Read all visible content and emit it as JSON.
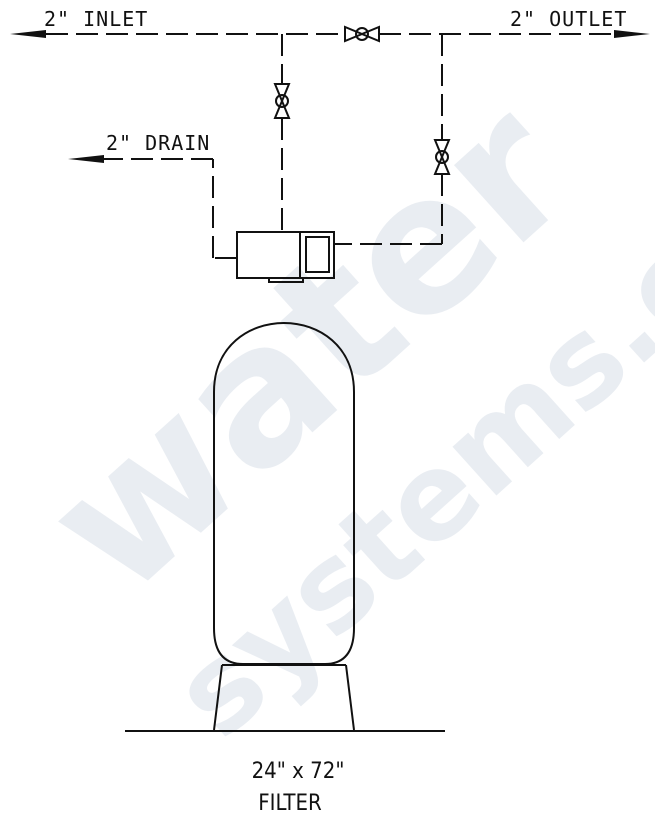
{
  "diagram": {
    "inlet_label": "2\" INLET",
    "outlet_label": "2\" OUTLET",
    "drain_label": "2\" DRAIN",
    "filter_size_label": "24\" x 72\"",
    "filter_label": "FILTER"
  },
  "watermark": {
    "line1": "water",
    "line2": "systems.com"
  },
  "colors": {
    "line": "#111111",
    "watermark": "#9fb0c7",
    "background": "#ffffff"
  }
}
